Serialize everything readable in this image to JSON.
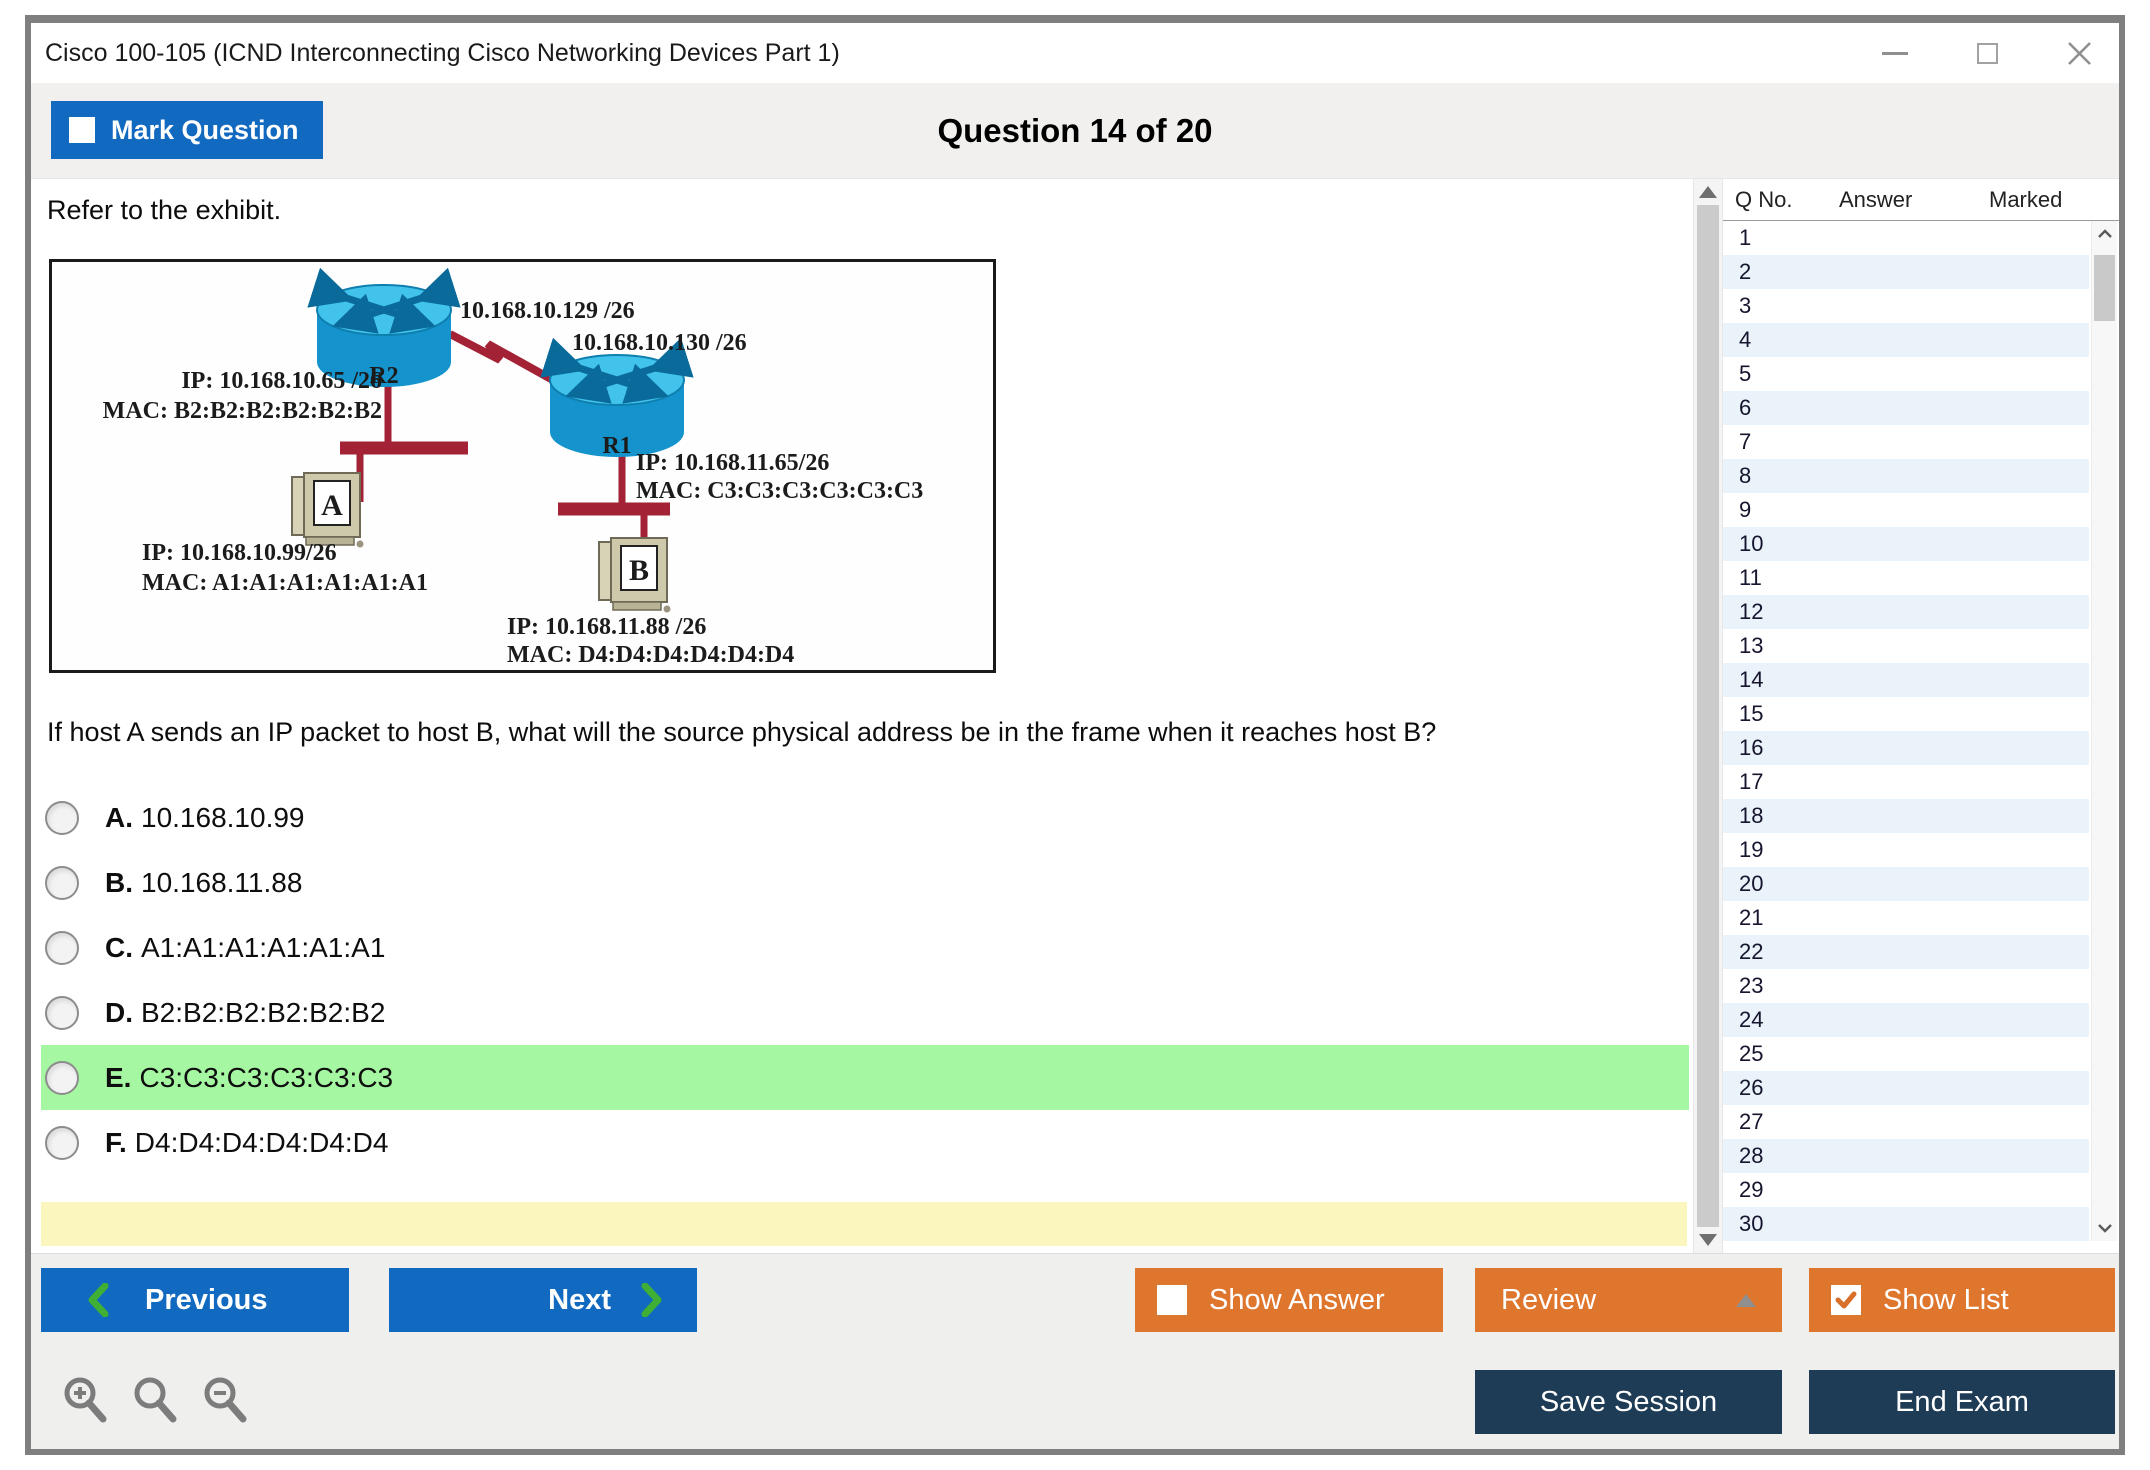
{
  "window": {
    "title": "Cisco 100-105 (ICND Interconnecting Cisco Networking Devices Part 1)"
  },
  "header": {
    "mark_question_label": "Mark Question",
    "question_counter": "Question 14 of 20"
  },
  "main": {
    "refer_text": "Refer to the exhibit.",
    "question_text": "If host A sends an IP packet to host B, what will the source physical address be in the frame when it reaches host B?",
    "exhibit": {
      "router_top": {
        "name": "R2",
        "ip": "IP: 10.168.10.65 /26",
        "mac": "MAC: B2:B2:B2:B2:B2:B2"
      },
      "router_right": {
        "name": "R1",
        "ip": "IP: 10.168.11.65/26",
        "mac": "MAC: C3:C3:C3:C3:C3:C3"
      },
      "link_ip_left": "10.168.10.129 /26",
      "link_ip_right": "10.168.10.130 /26",
      "host_a": {
        "name": "A",
        "ip": "IP: 10.168.10.99/26",
        "mac": "MAC: A1:A1:A1:A1:A1:A1"
      },
      "host_b": {
        "name": "B",
        "ip": "IP: 10.168.11.88 /26",
        "mac": "MAC: D4:D4:D4:D4:D4:D4"
      }
    },
    "options": [
      {
        "letter": "A.",
        "text": "10.168.10.99",
        "highlighted": false
      },
      {
        "letter": "B.",
        "text": "10.168.11.88",
        "highlighted": false
      },
      {
        "letter": "C.",
        "text": "A1:A1:A1:A1:A1:A1",
        "highlighted": false
      },
      {
        "letter": "D.",
        "text": "B2:B2:B2:B2:B2:B2",
        "highlighted": false
      },
      {
        "letter": "E.",
        "text": "C3:C3:C3:C3:C3:C3",
        "highlighted": true
      },
      {
        "letter": "F.",
        "text": "D4:D4:D4:D4:D4:D4",
        "highlighted": false
      }
    ]
  },
  "panel": {
    "columns": [
      "Q No.",
      "Answer",
      "Marked"
    ],
    "rows": [
      {
        "q": "1",
        "answer": "",
        "marked": ""
      },
      {
        "q": "2",
        "answer": "",
        "marked": ""
      },
      {
        "q": "3",
        "answer": "",
        "marked": ""
      },
      {
        "q": "4",
        "answer": "",
        "marked": ""
      },
      {
        "q": "5",
        "answer": "",
        "marked": ""
      },
      {
        "q": "6",
        "answer": "",
        "marked": ""
      },
      {
        "q": "7",
        "answer": "",
        "marked": ""
      },
      {
        "q": "8",
        "answer": "",
        "marked": ""
      },
      {
        "q": "9",
        "answer": "",
        "marked": ""
      },
      {
        "q": "10",
        "answer": "",
        "marked": ""
      },
      {
        "q": "11",
        "answer": "",
        "marked": ""
      },
      {
        "q": "12",
        "answer": "",
        "marked": ""
      },
      {
        "q": "13",
        "answer": "",
        "marked": ""
      },
      {
        "q": "14",
        "answer": "",
        "marked": ""
      },
      {
        "q": "15",
        "answer": "",
        "marked": ""
      },
      {
        "q": "16",
        "answer": "",
        "marked": ""
      },
      {
        "q": "17",
        "answer": "",
        "marked": ""
      },
      {
        "q": "18",
        "answer": "",
        "marked": ""
      },
      {
        "q": "19",
        "answer": "",
        "marked": ""
      },
      {
        "q": "20",
        "answer": "",
        "marked": ""
      },
      {
        "q": "21",
        "answer": "",
        "marked": ""
      },
      {
        "q": "22",
        "answer": "",
        "marked": ""
      },
      {
        "q": "23",
        "answer": "",
        "marked": ""
      },
      {
        "q": "24",
        "answer": "",
        "marked": ""
      },
      {
        "q": "25",
        "answer": "",
        "marked": ""
      },
      {
        "q": "26",
        "answer": "",
        "marked": ""
      },
      {
        "q": "27",
        "answer": "",
        "marked": ""
      },
      {
        "q": "28",
        "answer": "",
        "marked": ""
      },
      {
        "q": "29",
        "answer": "",
        "marked": ""
      },
      {
        "q": "30",
        "answer": "",
        "marked": ""
      }
    ]
  },
  "toolbar": {
    "previous": "Previous",
    "next": "Next",
    "show_answer": "Show Answer",
    "review": "Review",
    "show_list": "Show List",
    "save_session": "Save Session",
    "end_exam": "End Exam"
  },
  "colors": {
    "accent_blue": "#1269c0",
    "accent_orange": "#df762e",
    "navy": "#1e3c55",
    "highlight_green": "#a5f7a2",
    "note_yellow": "#fbf6bd",
    "row_alt_blue": "#ebf3fa",
    "chevron_green": "#3faf35",
    "link_red": "#a32235",
    "router_cyan": "#41c3ec"
  }
}
